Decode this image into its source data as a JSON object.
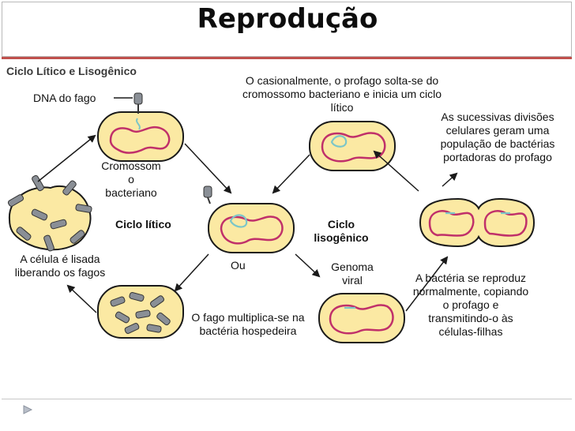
{
  "header": {
    "title": "Reprodução"
  },
  "subtitle": "Ciclo Lítico e Lisogênico",
  "labels": {
    "dna_fago": "DNA do fago",
    "cromossomo": [
      "Cromossom",
      "o",
      "bacteriano"
    ],
    "ciclo_litico": "Ciclo lítico",
    "ciclo_lisogenico": [
      "Ciclo",
      "lisogênico"
    ],
    "ocasionalmente": [
      "O casionalmente, o profago solta-se do",
      "cromossomo bacteriano e inicia um ciclo",
      "lítico"
    ],
    "divisoes": [
      "As sucessivas divisões",
      "celulares geram uma",
      "população de bactérias",
      "portadoras do profago"
    ],
    "lisada": [
      "A célula é lisada",
      "liberando os fagos"
    ],
    "ou": "Ou",
    "genoma": [
      "Genoma",
      "viral"
    ],
    "multiplica": [
      "O fago multiplica-se na",
      "bactéria hospedeira"
    ],
    "reproduz": [
      "A bactéria se reproduz",
      "normalmente, copiando",
      "o profago e",
      "transmitindo-o às",
      "células-filhas"
    ]
  },
  "colors": {
    "cell_fill": "#fbe9a3",
    "cell_edge": "#1a1a1a",
    "chromosome": "#c0306a",
    "viral_dna": "#7cc6c8",
    "phage": "#8a8f96",
    "arrow": "#1a1a1a",
    "accent": "#c0504d"
  }
}
